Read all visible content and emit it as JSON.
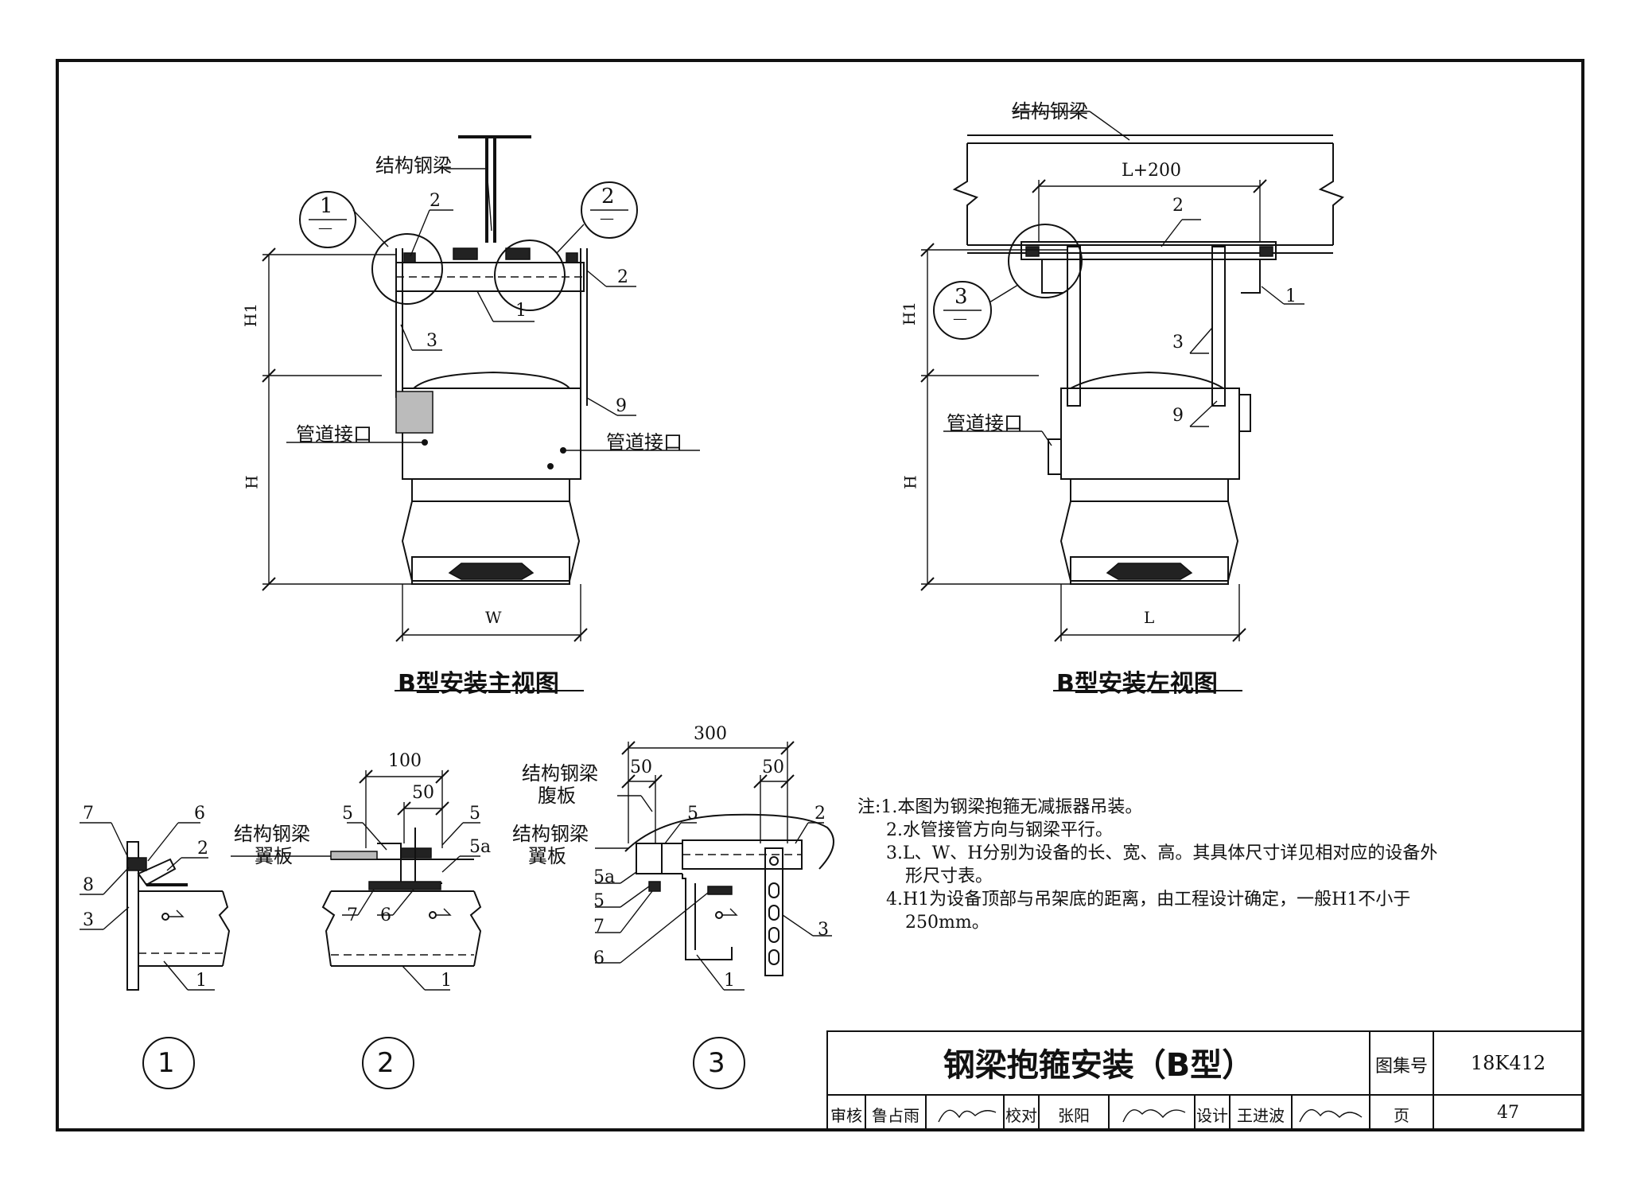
{
  "main_view": {
    "title": "B型安装主视图",
    "beam_label": "结构钢梁",
    "pipe_interface_left": "管道接口",
    "pipe_interface_right": "管道接口",
    "dim_h1": "H1",
    "dim_h": "H",
    "dim_w": "W",
    "callout_1_top": "1",
    "callout_1_bottom": "—",
    "callout_2_top": "2",
    "callout_2_bottom": "—",
    "part_2a": "2",
    "part_2b": "2",
    "part_1": "1",
    "part_3": "3",
    "part_9": "9"
  },
  "side_view": {
    "title": "B型安装左视图",
    "beam_label": "结构钢梁",
    "dim_top": "L+200",
    "dim_h1": "H1",
    "dim_h": "H",
    "dim_l": "L",
    "pipe_interface": "管道接口",
    "callout_3_top": "3",
    "callout_3_bottom": "—",
    "part_2": "2",
    "part_1": "1",
    "part_3": "3",
    "part_9": "9"
  },
  "detail1": {
    "circle_label": "1",
    "parts": [
      "7",
      "6",
      "2",
      "8",
      "3",
      "1"
    ]
  },
  "detail2": {
    "circle_label": "2",
    "dim_100": "100",
    "dim_50": "50",
    "flange_label_1": "结构钢梁",
    "flange_label_2": "翼板",
    "parts": [
      "5",
      "5",
      "5a",
      "7",
      "6",
      "1"
    ]
  },
  "detail3": {
    "circle_label": "3",
    "dim_300": "300",
    "dim_50a": "50",
    "dim_50b": "50",
    "web_label_1": "结构钢梁",
    "web_label_2": "腹板",
    "flange_label_1": "结构钢梁",
    "flange_label_2": "翼板",
    "parts": [
      "5",
      "2",
      "5a",
      "5",
      "7",
      "6",
      "3",
      "1"
    ]
  },
  "notes": [
    "注:1.本图为钢梁抱箍无减振器吊装。",
    "2.水管接管方向与钢梁平行。",
    "3.L、W、H分别为设备的长、宽、高。其具体尺寸详见相对应的设备外",
    "形尺寸表。",
    "4.H1为设备顶部与吊架底的距离，由工程设计确定，一般H1不小于",
    "250mm。"
  ],
  "title_block": {
    "title": "钢梁抱箍安装（B型）",
    "atlas_label": "图集号",
    "atlas_no": "18K412",
    "review_label": "审核",
    "reviewer": "鲁占雨",
    "check_label": "校对",
    "checker": "张阳",
    "design_label": "设计",
    "designer": "王进波",
    "page_label": "页",
    "page_no": "47"
  }
}
